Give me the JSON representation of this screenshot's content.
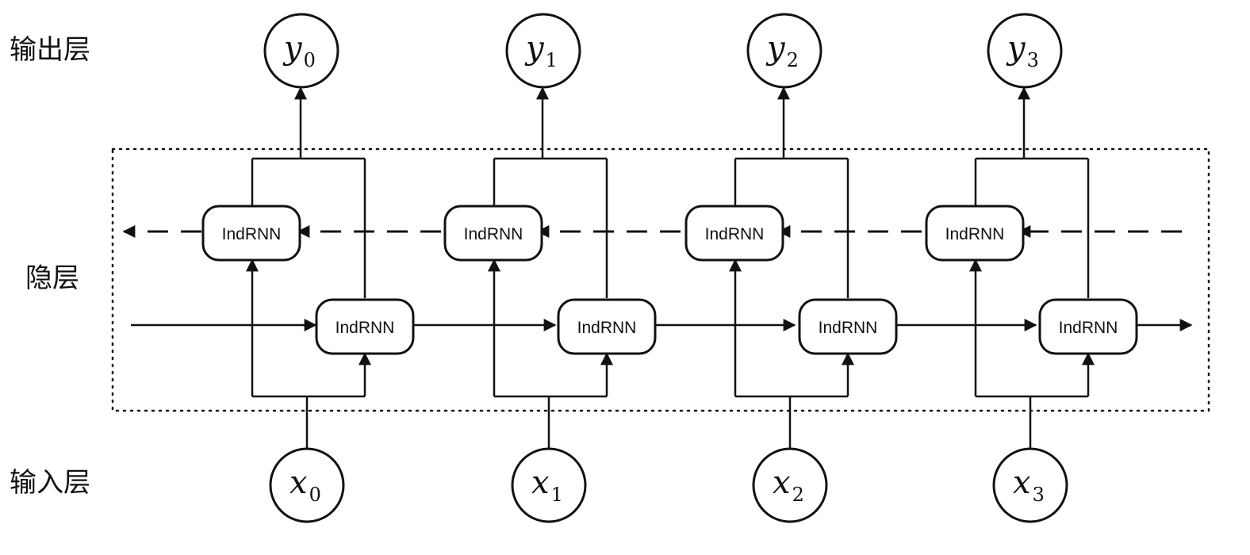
{
  "layers": {
    "output": "输出层",
    "hidden": "隐层",
    "input": "输入层"
  },
  "cell_label": "IndRNN",
  "outputs": [
    {
      "var": "y",
      "sub": "0"
    },
    {
      "var": "y",
      "sub": "1"
    },
    {
      "var": "y",
      "sub": "2"
    },
    {
      "var": "y",
      "sub": "3"
    }
  ],
  "inputs": [
    {
      "var": "x",
      "sub": "0"
    },
    {
      "var": "x",
      "sub": "1"
    },
    {
      "var": "x",
      "sub": "2"
    },
    {
      "var": "x",
      "sub": "3"
    }
  ],
  "timesteps": 4,
  "backward_direction": "dashed, right-to-left",
  "forward_direction": "solid, left-to-right"
}
